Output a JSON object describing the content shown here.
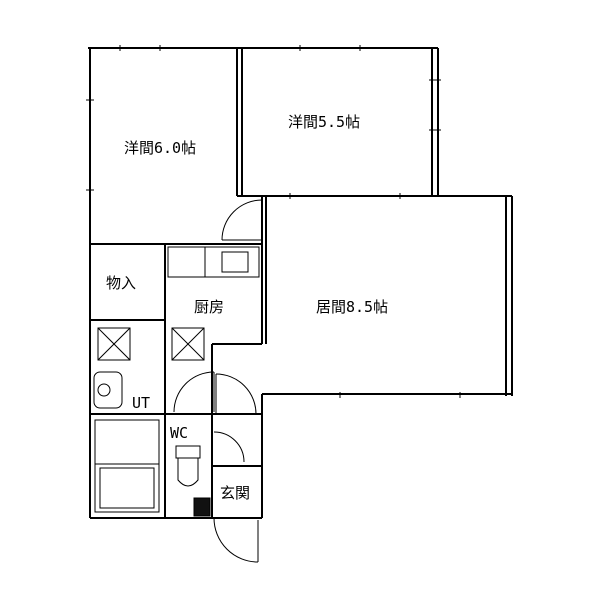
{
  "rooms": {
    "western_6": "洋間6.0帖",
    "western_55": "洋間5.5帖",
    "living": "居間8.5帖",
    "kitchen": "厨房",
    "storage": "物入",
    "utility": "UT",
    "toilet": "WC",
    "entrance": "玄関"
  }
}
